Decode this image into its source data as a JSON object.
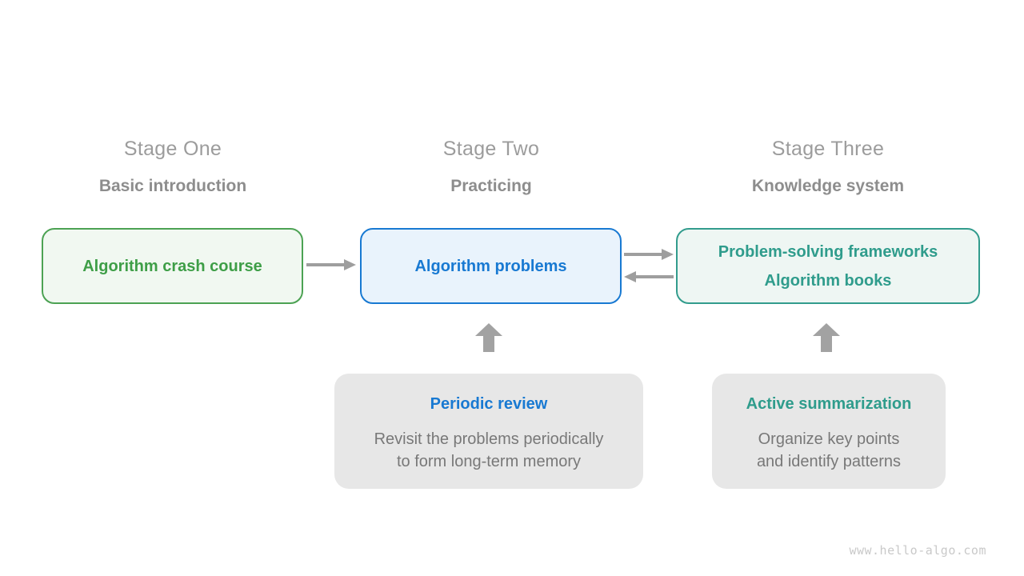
{
  "diagram": {
    "stages": [
      {
        "title": "Stage One",
        "subtitle": "Basic introduction",
        "lines": [
          "Algorithm crash course"
        ]
      },
      {
        "title": "Stage Two",
        "subtitle": "Practicing",
        "lines": [
          "Algorithm problems"
        ]
      },
      {
        "title": "Stage Three",
        "subtitle": "Knowledge system",
        "lines": [
          "Problem-solving frameworks",
          "Algorithm books"
        ]
      }
    ],
    "callouts": [
      {
        "title": "Periodic review",
        "lines": [
          "Revisit the problems periodically",
          "to form long-term memory"
        ]
      },
      {
        "title": "Active summarization",
        "lines": [
          "Organize key points",
          "and identify patterns"
        ]
      }
    ],
    "icons": [
      "arrow-right-icon",
      "arrow-right-icon",
      "arrow-left-icon",
      "arrow-up-icon",
      "arrow-up-icon"
    ],
    "watermark": "www.hello-algo.com",
    "colors": {
      "green_border": "#4ca253",
      "green_text": "#3e9e47",
      "green_fill": "#f1f8f1",
      "blue_border": "#1879d2",
      "blue_text": "#1879d2",
      "blue_fill": "#e9f3fc",
      "teal_border": "#329c8d",
      "teal_text": "#2f9c8c",
      "teal_fill": "#eef6f3",
      "callout_fill": "#e7e7e7",
      "arrow_gray": "#9e9e9e",
      "stage_title_text": "#9c9c9c",
      "stage_subtitle_text": "#8d8d8d",
      "callout_body_text": "#787878",
      "watermark_text": "#c9c9c9"
    }
  }
}
